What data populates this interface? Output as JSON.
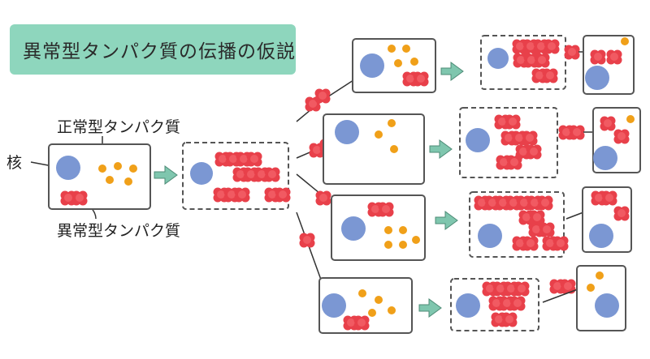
{
  "title": "異常型タンパク質の伝播の仮説",
  "labels": {
    "nucleus": "核",
    "normal_protein": "正常型タンパク質",
    "abnormal_protein": "異常型タンパク質"
  },
  "colors": {
    "banner": "#8ed6bd",
    "nucleus": "#7b97d3",
    "normal_protein": "#f0a019",
    "abnormal_protein": "#e8404a",
    "arrow": "#7fc6ae",
    "outline": "#555555"
  }
}
